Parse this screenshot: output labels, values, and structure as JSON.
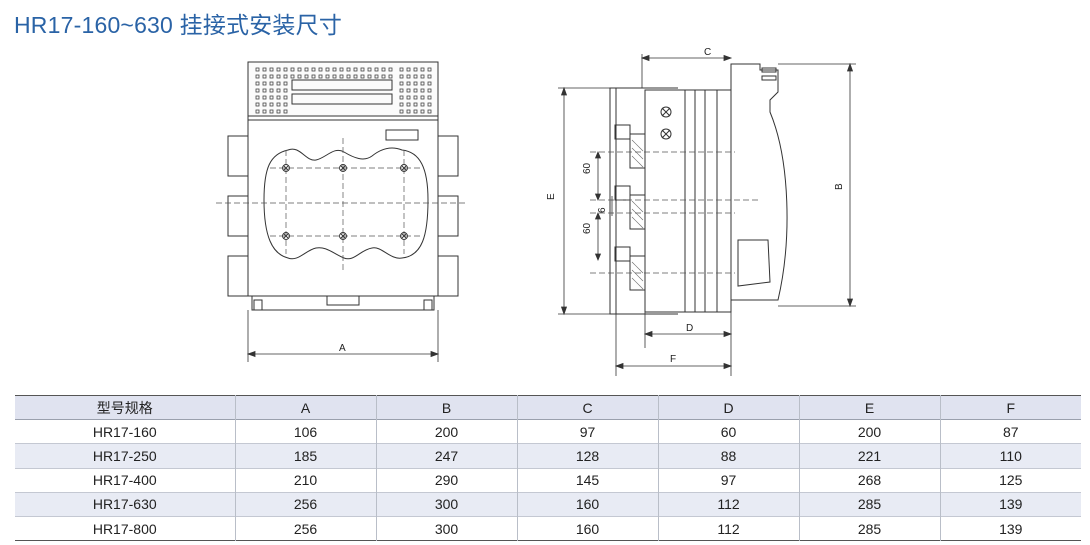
{
  "page": {
    "title": "HR17-160~630 挂接式安装尺寸"
  },
  "drawing": {
    "front_view": {
      "dim_labels": [
        "A"
      ]
    },
    "side_view": {
      "dim_labels": [
        "C",
        "B",
        "E",
        "D",
        "F"
      ],
      "pitch_labels": [
        "60",
        "60",
        "6"
      ]
    }
  },
  "table": {
    "columns": [
      "型号规格",
      "A",
      "B",
      "C",
      "D",
      "E",
      "F"
    ],
    "rows": [
      [
        "HR17-160",
        "106",
        "200",
        "97",
        "60",
        "200",
        "87"
      ],
      [
        "HR17-250",
        "185",
        "247",
        "128",
        "88",
        "221",
        "110"
      ],
      [
        "HR17-400",
        "210",
        "290",
        "145",
        "97",
        "268",
        "125"
      ],
      [
        "HR17-630",
        "256",
        "300",
        "160",
        "112",
        "285",
        "139"
      ],
      [
        "HR17-800",
        "256",
        "300",
        "160",
        "112",
        "285",
        "139"
      ]
    ]
  }
}
